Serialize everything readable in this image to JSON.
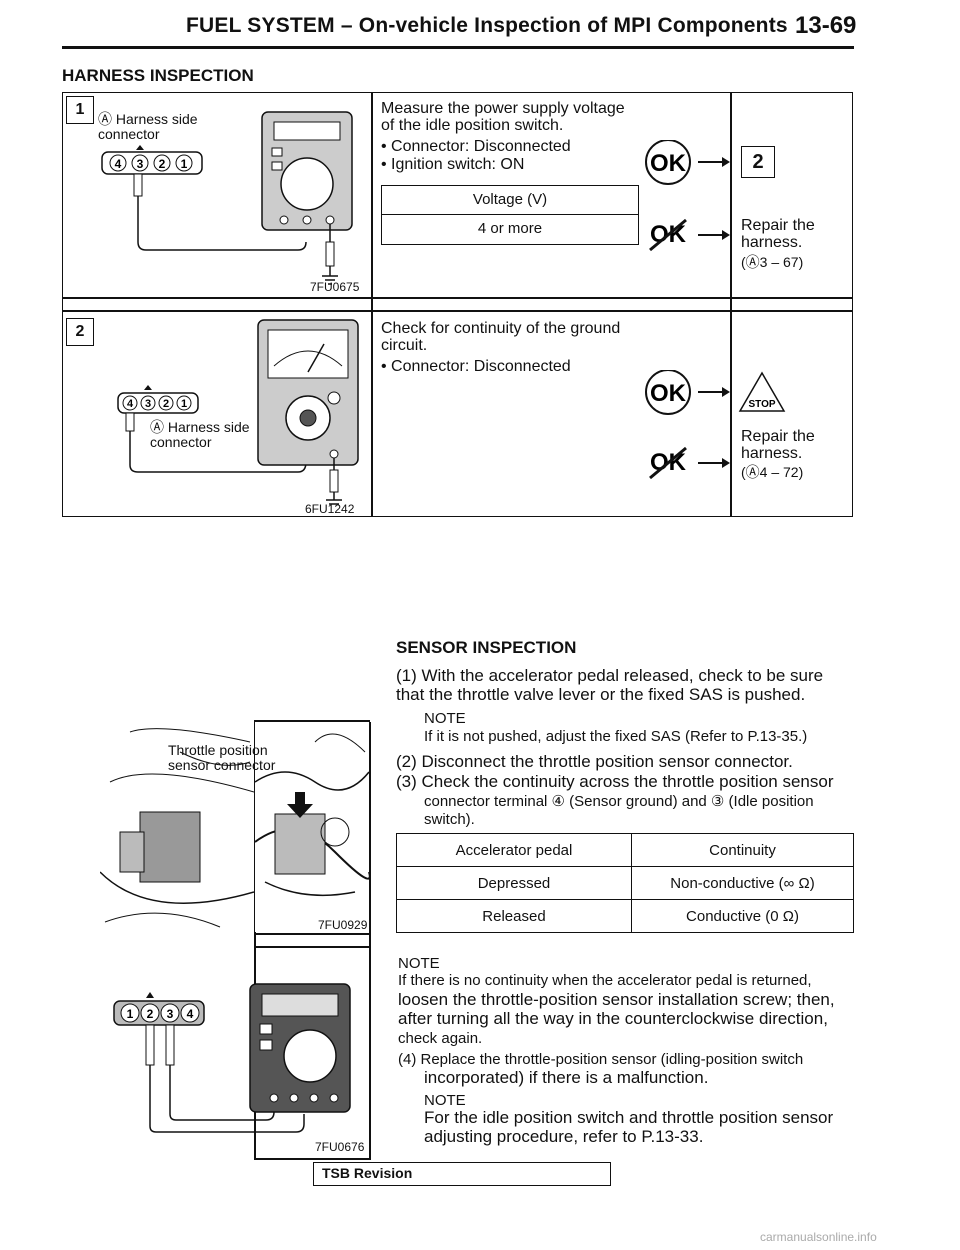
{
  "header": {
    "title": "FUEL SYSTEM – On-vehicle Inspection of MPI Components",
    "page": "13-69"
  },
  "harness_inspection": {
    "title": "HARNESS INSPECTION",
    "step1": {
      "number": "1",
      "connector_label": "Ⓐ Harness side connector",
      "pins": [
        "4",
        "3",
        "2",
        "1"
      ],
      "fig_code": "7FU0675",
      "instruction": "Measure the power supply voltage of the idle position switch.",
      "conditions": [
        "Connector: Disconnected",
        "Ignition switch: ON"
      ],
      "table_header": "Voltage (V)",
      "table_value": "4 or more",
      "ok_label": "OK",
      "ok_result": "2",
      "ng_result": "Repair the harness.",
      "ng_ref": "(Ⓐ3 – 67)"
    },
    "step2": {
      "number": "2",
      "connector_label": "Ⓐ Harness side connector",
      "pins": [
        "4",
        "3",
        "2",
        "1"
      ],
      "fig_code": "6FU1242",
      "instruction": "Check for continuity of the ground circuit.",
      "conditions": [
        "Connector: Disconnected"
      ],
      "ok_label": "OK",
      "ok_result": "STOP",
      "ng_result": "Repair the harness.",
      "ng_ref": "(Ⓐ4 – 72)"
    }
  },
  "sensor_inspection": {
    "title": "SENSOR INSPECTION",
    "fig1_label": "Throttle position sensor connector",
    "fig1_code": "7FU0929",
    "fig2_pins": [
      "1",
      "2",
      "3",
      "4"
    ],
    "fig2_code": "7FU0676",
    "step1": "(1) With the accelerator pedal released, check to be sure that the throttle valve lever or the fixed SAS is pushed.",
    "note1_h": "NOTE",
    "note1": "If it is not pushed, adjust the fixed SAS (Refer to P.13-35.)",
    "step2": "(2) Disconnect the throttle position sensor connector.",
    "step3a": "(3) Check the continuity across the throttle position sensor",
    "step3b": "connector terminal ④ (Sensor ground) and ③ (Idle position switch).",
    "table": {
      "headers": [
        "Accelerator pedal",
        "Continuity"
      ],
      "rows": [
        [
          "Depressed",
          "Non-conductive (∞ Ω)"
        ],
        [
          "Released",
          "Conductive (0 Ω)"
        ]
      ]
    },
    "note2_h": "NOTE",
    "note2_a": "If there is no continuity when the accelerator pedal is returned,",
    "note2_b": "loosen the throttle-position sensor installation screw; then, after turning all the way in the counterclockwise direction,",
    "note2_c": "check again.",
    "step4a": "(4) Replace the throttle-position sensor (idling-position switch",
    "step4b": "incorporated) if there is a malfunction.",
    "note3_h": "NOTE",
    "note3": "For the idle position switch and throttle position sensor adjusting procedure, refer to P.13-33."
  },
  "footer": {
    "tsb": "TSB Revision",
    "watermark": "carmanualsonline.info"
  }
}
